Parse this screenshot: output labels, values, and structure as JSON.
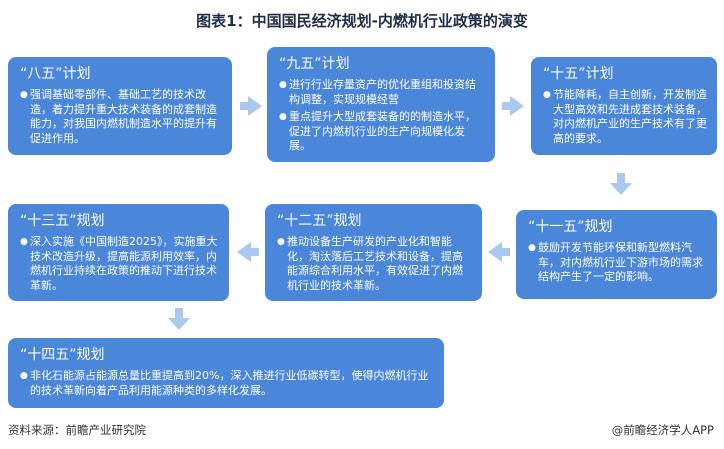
{
  "title": "图表1：中国国民经济规划-内燃机行业政策的演变",
  "colors": {
    "box": "#4a86d9",
    "arrow": "#a9c8ef",
    "title": "#1f2d47"
  },
  "boxes": [
    {
      "heading": "“八五”计划",
      "items": [
        "强调基础零部件、基础工艺的技术改造，着力提升重大技术装备的成套制造能力，对我国内燃机制造水平的提升有促进作用。"
      ]
    },
    {
      "heading": "“九五”计划",
      "items": [
        "进行行业存量资产的优化重组和投资结构调整，实现规模经营",
        "重点提升大型成套装备的的制造水平，促进了内燃机行业的生产向规模化发展。"
      ]
    },
    {
      "heading": "“十五”计划",
      "items": [
        "节能降耗，自主创新，开发制造大型高效和先进成套技术装备，对内燃机产业的生产技术有了更高的要求。"
      ]
    },
    {
      "heading": "“十一五”规划",
      "items": [
        "鼓励开发节能环保和新型燃料汽车，对内燃机行业下游市场的需求结构产生了一定的影响。"
      ]
    },
    {
      "heading": "“十二五”规划",
      "items": [
        "推动设备生产研发的产业化和智能化，淘汰落后工艺技术和设备，提高能源综合利用水平，有效促进了内燃机行业的技术革新。"
      ]
    },
    {
      "heading": "“十三五”规划",
      "items": [
        "深入实施《中国制造2025》，实施重大技术改造升级，提高能源利用效率，内燃机行业持续在政策的推动下进行技术革新。"
      ]
    },
    {
      "heading": "“十四五”规划",
      "items": [
        "非化石能源占能源总量比重提高到20%，深入推进行业低碳转型，使得内燃机行业的技术革新向着产品利用能源种类的多样化发展。"
      ]
    }
  ],
  "footer": {
    "source": "资料来源：前瞻产业研究院",
    "credit": "@前瞻经济学人APP"
  }
}
